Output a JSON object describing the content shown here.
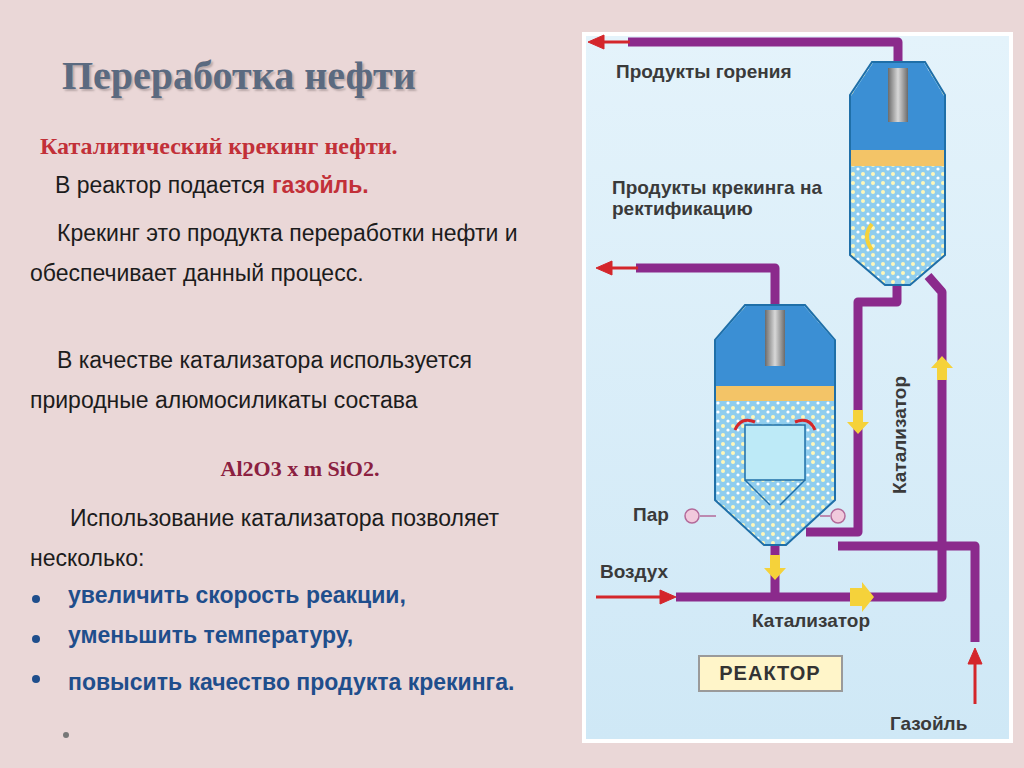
{
  "diagram": {
    "title": "Переработка нефти",
    "nodes": [
      {
        "text": [
          "РЕАКТОР"
        ]
      }
    ],
    "labels": [
      "Каталитический крекинг нефти.",
      "В реактор подается",
      "газойль.",
      "Крекинг это продукта переработки нефти и обеспечивает данный процесс.",
      "В качестве катализатора используется природные алюмосиликаты состава",
      "Al2O3 x m SiO2.",
      "Использование катализатора позволяет несколько:",
      "увеличить скорость реакции,",
      "уменьшить температуру,",
      "повысить качество продукта крекинга.",
      "Продукты горения",
      "Продукты крекинга на ректификацию",
      "Катализатор",
      "Пар",
      "Воздух",
      "Катализатор",
      "Газойль"
    ]
  }
}
